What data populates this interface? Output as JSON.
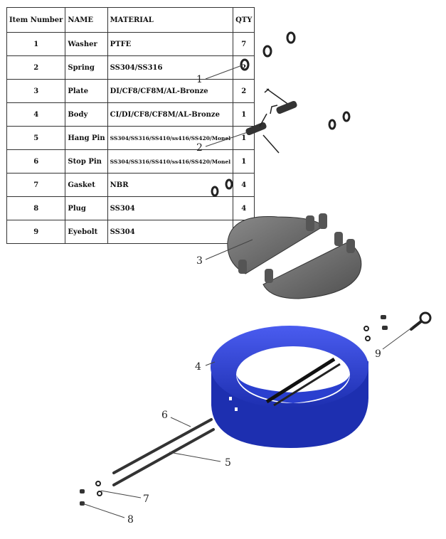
{
  "table": {
    "headers": [
      "Item Number",
      "NAME",
      "MATERIAL",
      "QTY"
    ],
    "rows": [
      {
        "item": "1",
        "name": "Washer",
        "material": "PTFE",
        "qty": "7"
      },
      {
        "item": "2",
        "name": "Spring",
        "material": "SS304/SS316",
        "qty": "2"
      },
      {
        "item": "3",
        "name": "Plate",
        "material": "DI/CF8/CF8M/AL-Bronze",
        "qty": "2"
      },
      {
        "item": "4",
        "name": "Body",
        "material": "CI/DI/CF8/CF8M/AL-Bronze",
        "qty": "1"
      },
      {
        "item": "5",
        "name": "Hang Pin",
        "material": "SS304/SS316/SS410/ss416/SS420/Monel",
        "qty": "1"
      },
      {
        "item": "6",
        "name": "Stop Pin",
        "material": "SS304/SS316/SS410/ss416/SS420/Monel",
        "qty": "1"
      },
      {
        "item": "7",
        "name": "Gasket",
        "material": "NBR",
        "qty": "4"
      },
      {
        "item": "8",
        "name": "Plug",
        "material": "SS304",
        "qty": "4"
      },
      {
        "item": "9",
        "name": "Eyebolt",
        "material": "SS304",
        "qty": "1"
      }
    ]
  },
  "callouts": {
    "c1": "1",
    "c2": "2",
    "c3": "3",
    "c4": "4",
    "c5": "5",
    "c6": "6",
    "c7": "7",
    "c8": "8",
    "c9": "9"
  },
  "colors": {
    "body_blue": "#2a3fcf",
    "plate_gray": "#6e6e6e",
    "part_dark": "#2a2a2a"
  }
}
